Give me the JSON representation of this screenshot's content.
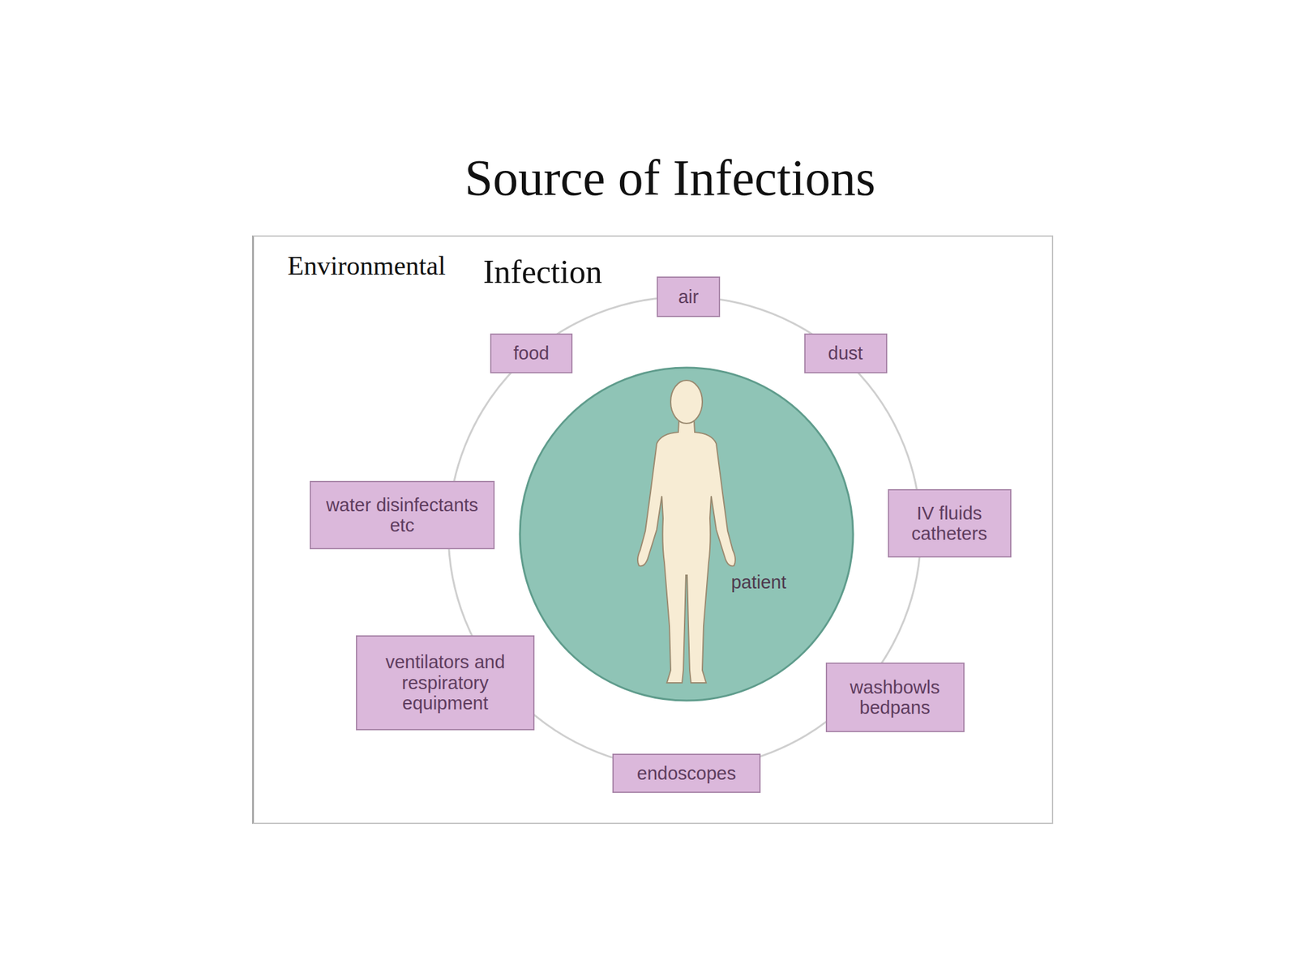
{
  "diagram": {
    "title": "Source of Infections",
    "nodes": [
      {
        "text": [
          "Environmental",
          "Infection"
        ]
      },
      {
        "text": [
          "air"
        ],
        "in": 0
      },
      {
        "text": [
          "food"
        ],
        "in": 0
      },
      {
        "text": [
          "dust"
        ],
        "in": 0
      },
      {
        "text": [
          "patient"
        ],
        "in": 0
      },
      {
        "text": [
          "water disinfectants etc"
        ],
        "in": 0
      },
      {
        "text": [
          "IV fluids catheters"
        ],
        "in": 0
      },
      {
        "text": [
          "ventilators and respiratory equipment"
        ],
        "in": 0
      },
      {
        "text": [
          "washbowls bedpans"
        ],
        "in": 0
      },
      {
        "text": [
          "endoscopes"
        ],
        "in": 0
      }
    ]
  }
}
